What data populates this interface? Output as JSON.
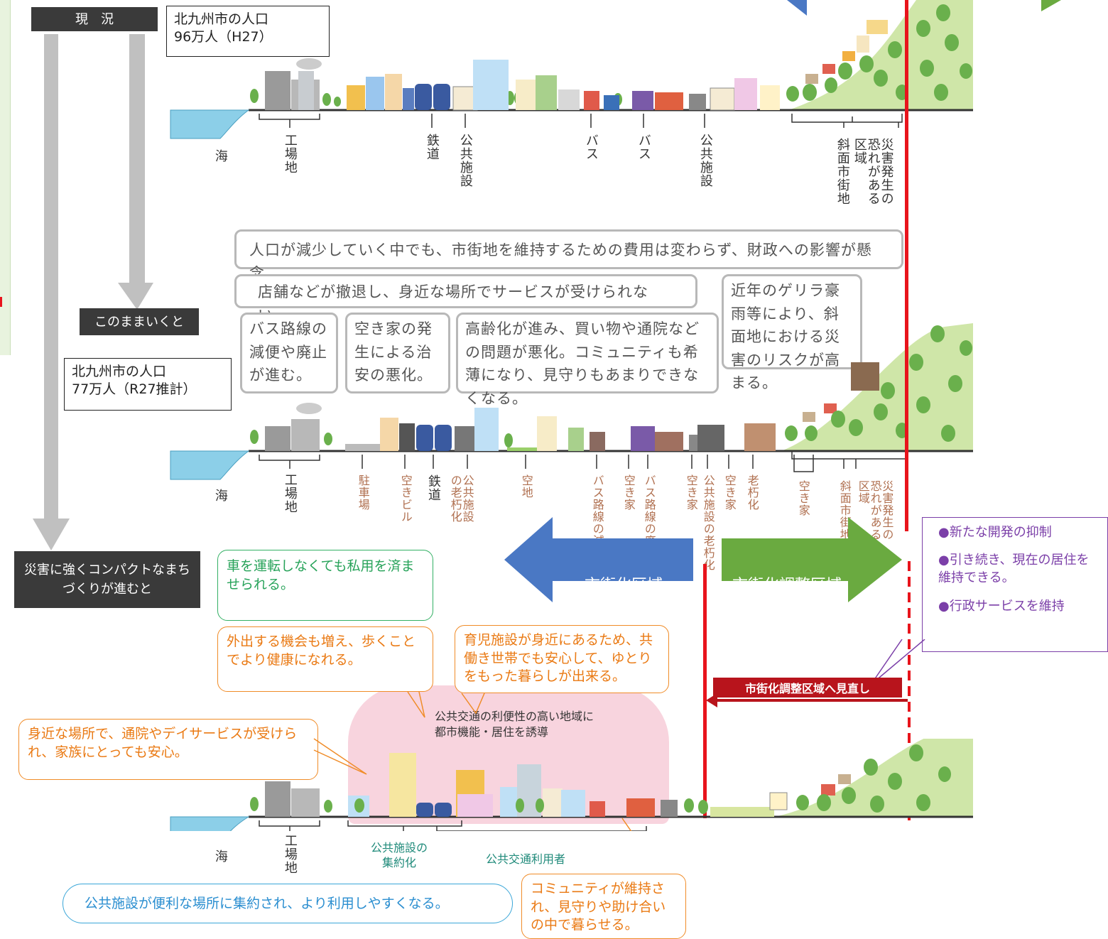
{
  "stages": {
    "current": "現　況",
    "continue": "このままいくと",
    "compact": "災害に強くコンパクトなまちづくりが進むと"
  },
  "population": {
    "current_line1": "北九州市の人口",
    "current_line2": "96万人（H27）",
    "future_line1": "北九州市の人口",
    "future_line2": "77万人（R27推計）"
  },
  "scene1_labels": {
    "sea": "海",
    "factory": "工場地",
    "railway": "鉄道",
    "public1": "公共施設",
    "bus1": "バス",
    "bus2": "バス",
    "public2": "公共施設",
    "slope": "斜面市街地",
    "disaster": "災害発生の恐れがある区域"
  },
  "problems": {
    "finance": "人口が減少していく中でも、市街地を維持するための費用は変わらず、財政への影響が懸念。",
    "shops": "店舗などが撤退し、身近な場所でサービスが受けられない。",
    "rain": "近年のゲリラ豪雨等により、斜面地における災害のリスクが高まる。",
    "bus": "バス路線の減便や廃止が進む。",
    "vacant": "空き家の発生による治安の悪化。",
    "aging": "高齢化が進み、買い物や通院などの問題が悪化。コミュニティも希薄になり、見守りもあまりできなくなる。"
  },
  "scene2_labels": {
    "sea": "海",
    "factory": "工場地",
    "parking": "駐車場",
    "empty_building": "空きビル",
    "railway": "鉄道",
    "public_aging": "公共施設の老朽化",
    "vacant_lot": "空地",
    "bus_reduce": "バス路線の減便",
    "vacant_house1": "空き家",
    "bus_abolish": "バス路線の廃止",
    "vacant_house2": "空き家",
    "public_aging2": "公共施設の老朽化",
    "vacant_house3": "空き家",
    "aging": "老朽化",
    "vacant_house4": "空き家",
    "slope": "斜面市街地",
    "disaster": "災害発生の恐れがある区域"
  },
  "zones": {
    "urbanization": "市街化区域",
    "adjustment": "市街化調整区域",
    "review": "市街化調整区域へ見直し"
  },
  "adjustment_notes": [
    "●新たな開発の抑制",
    "●引き続き、現在の居住を維持できる。",
    "●行政サービスを維持"
  ],
  "benefits": {
    "car": "車を運転しなくても私用を済ませられる。",
    "walk": "外出する機会も増え、歩くことでより健康になれる。",
    "childcare": "育児施設が身近にあるため、共働き世帯でも安心して、ゆとりをもった暮らしが出来る。",
    "nearby": "身近な場所で、通院やデイサービスが受けられ、家族にとっても安心。",
    "public_facility": "公共施設が便利な場所に集約され、より利用しやすくなる。",
    "community": "コミュニティが維持され、見守りや助け合いの中で暮らせる。"
  },
  "scene3": {
    "guide_line1": "公共交通の利便性の高い地域に",
    "guide_line2": "都市機能・居住を誘導",
    "sea": "海",
    "factory": "工場地",
    "public_line1": "公共施設の",
    "public_line2": "集約化",
    "transit_users": "公共交通利用者"
  },
  "colors": {
    "sea": "#8ccfe8",
    "hill": "#cfe6a8",
    "red_line": "#e8141c",
    "blue_arrow": "#4a78c4",
    "green_arrow": "#6aaa40",
    "pink_area": "#f8d4de",
    "dark_box": "#3a3a3a",
    "orange": "#f08c28",
    "purple": "#7b3fa8",
    "arrow_gray": "#c0c0c0"
  }
}
